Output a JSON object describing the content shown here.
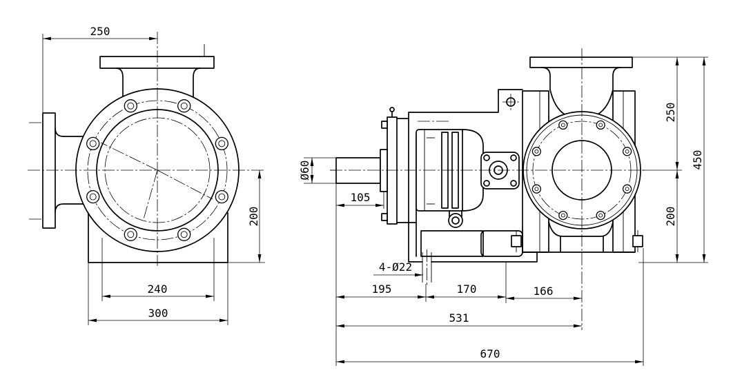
{
  "left_view": {
    "dim_outlet_offset": "250",
    "dim_center_height": "200",
    "dim_foot_hole_span": "240",
    "dim_base_width": "300"
  },
  "right_view": {
    "dim_shaft_diameter": "Ø60",
    "dim_shaft_length": "105",
    "dim_foot_holes": "4-Ø22",
    "dim_195": "195",
    "dim_170": "170",
    "dim_166": "166",
    "dim_531": "531",
    "dim_670": "670",
    "dim_outlet_height": "250",
    "dim_total_height": "450",
    "dim_center_height": "200"
  }
}
